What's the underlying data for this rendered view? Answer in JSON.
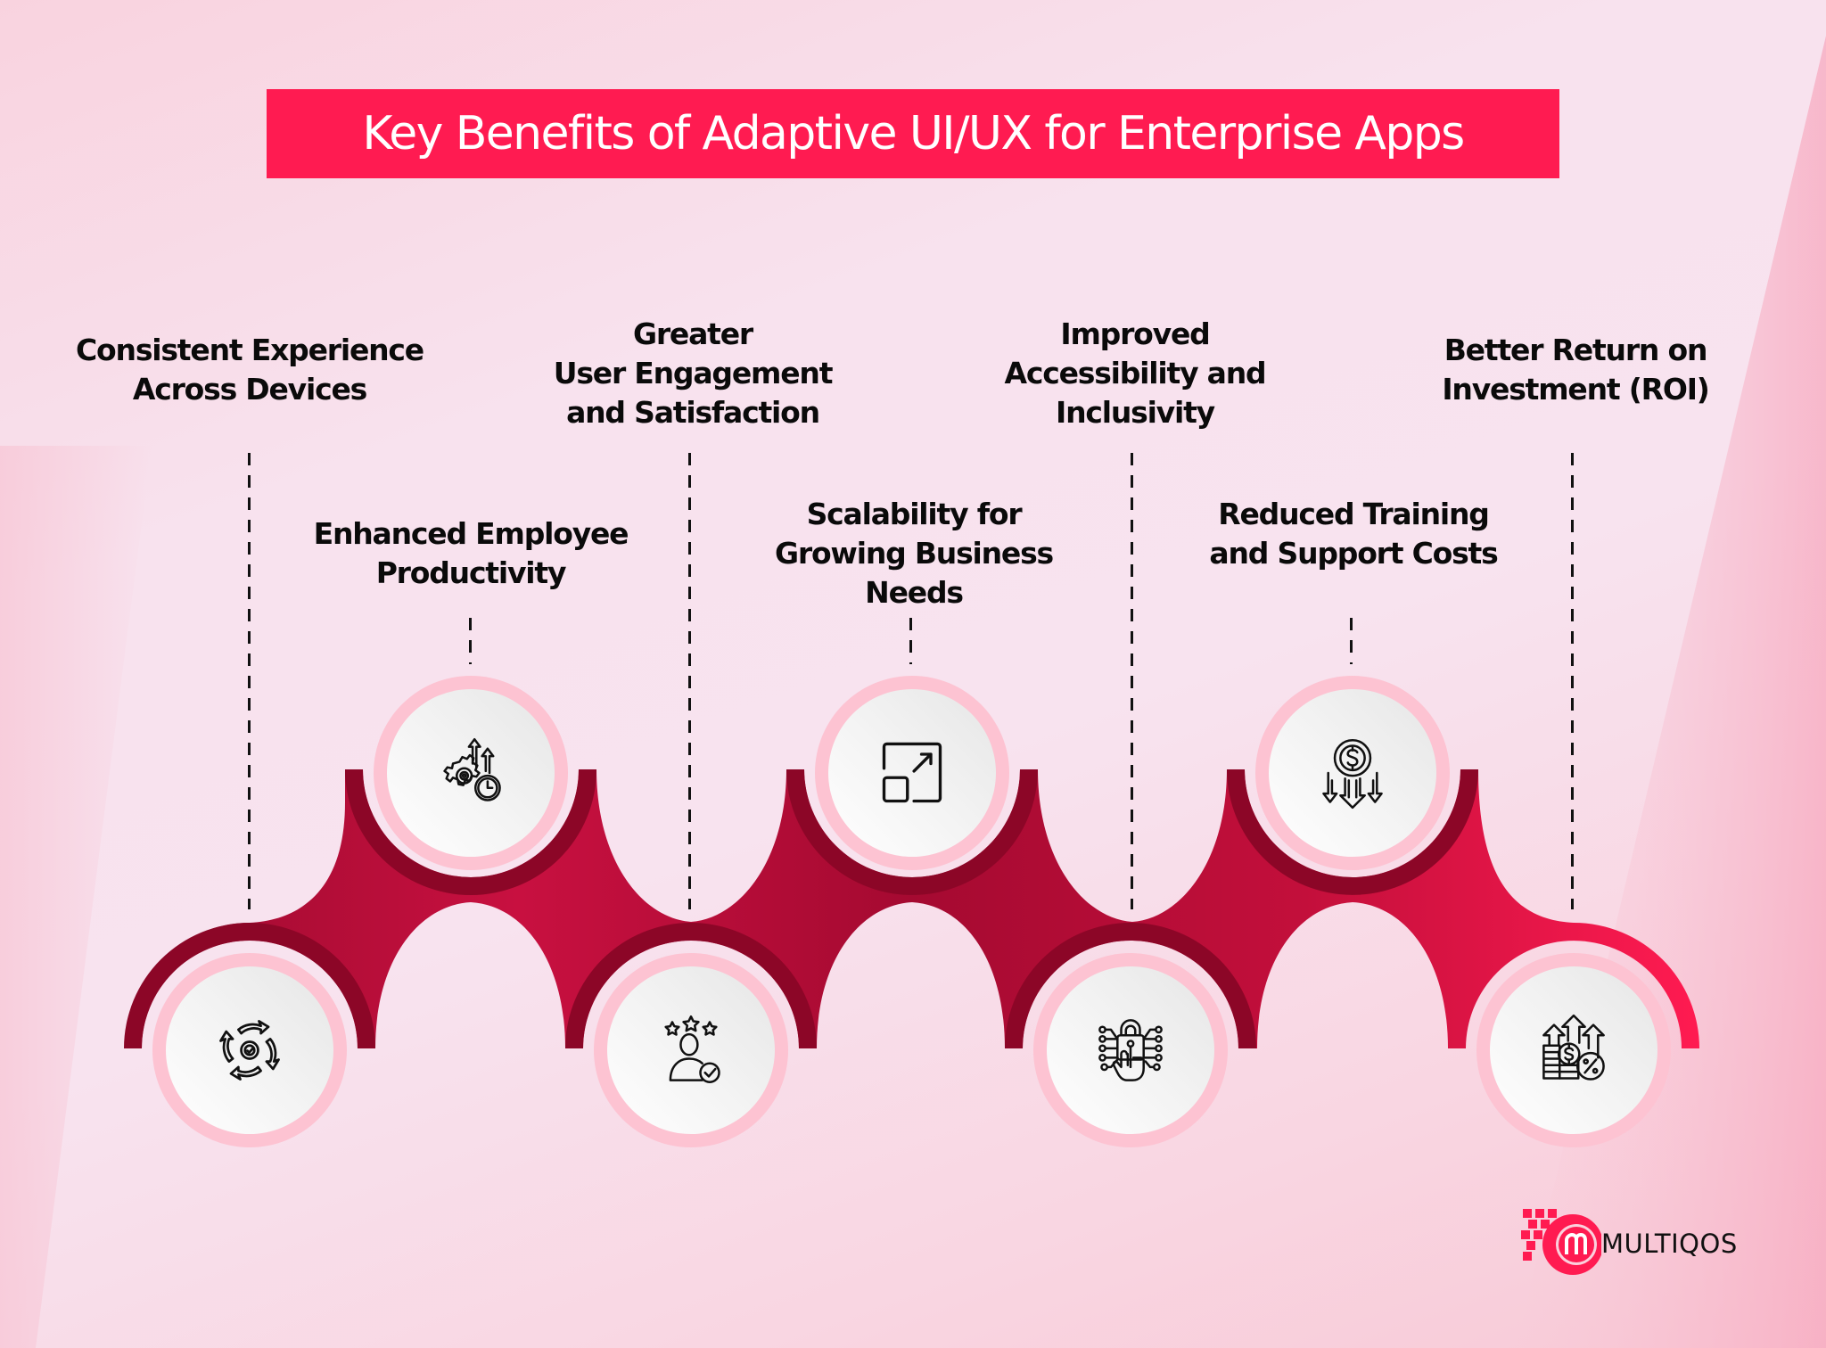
{
  "title": "Key Benefits of Adaptive UI/UX for Enterprise Apps",
  "colors": {
    "banner": "#ff1b51",
    "band_dark": "#8c0627",
    "band_mid": "#c30f3b",
    "band_bright": "#ff1b51",
    "node_ring": "#fdc3d2",
    "text": "#0a0a0a"
  },
  "benefits": [
    {
      "id": 1,
      "lines": [
        "Consistent Experience",
        "Across Devices"
      ],
      "icon": "sync-cycle-check-icon",
      "position": "bottom"
    },
    {
      "id": 2,
      "lines": [
        "Enhanced Employee",
        "Productivity"
      ],
      "icon": "gear-clock-growth-icon",
      "position": "top"
    },
    {
      "id": 3,
      "lines": [
        "Greater",
        "User Engagement",
        "and Satisfaction"
      ],
      "icon": "user-rating-stars-icon",
      "position": "bottom"
    },
    {
      "id": 4,
      "lines": [
        "Scalability for",
        "Growing Business",
        "Needs"
      ],
      "icon": "resize-scale-up-icon",
      "position": "top"
    },
    {
      "id": 5,
      "lines": [
        "Improved",
        "Accessibility and",
        "Inclusivity"
      ],
      "icon": "lock-touch-circuit-icon",
      "position": "bottom"
    },
    {
      "id": 6,
      "lines": [
        "Reduced Training",
        "and Support Costs"
      ],
      "icon": "dollar-down-arrows-icon",
      "position": "top"
    },
    {
      "id": 7,
      "lines": [
        "Better Return on",
        "Investment (ROI)"
      ],
      "icon": "money-growth-percent-icon",
      "position": "bottom"
    }
  ],
  "logo": {
    "text": "MULTIQOS",
    "mark": "m"
  }
}
